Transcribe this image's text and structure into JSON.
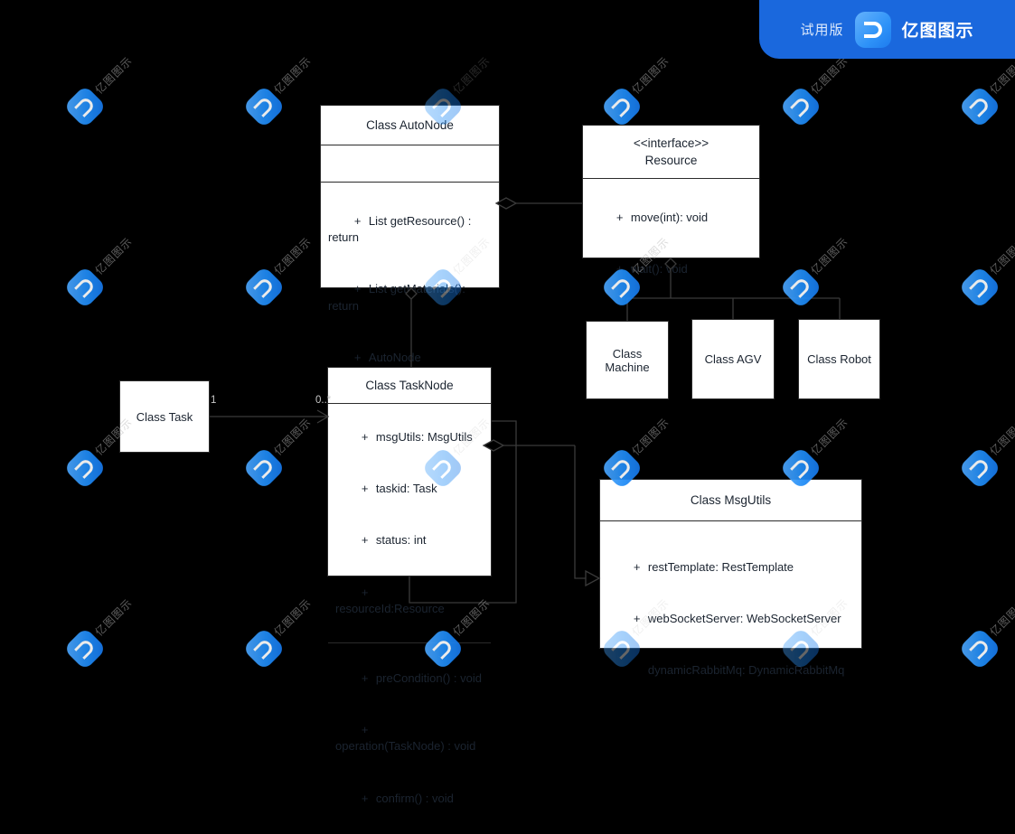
{
  "app": {
    "trial_label": "试用版",
    "brand_label": "亿图图示",
    "logo_icon": "edraw-logo-icon",
    "watermark_text": "亿图图示",
    "background_color": "#000000",
    "badge_color": "#1a68dd"
  },
  "diagram": {
    "type": "uml-class-diagram",
    "classes": [
      {
        "id": "autonode",
        "title": "Class AutoNode",
        "attributes": [],
        "methods": [
          {
            "visibility": "+",
            "text": "List getResource() : return"
          },
          {
            "visibility": "+",
            "text": "List getMaterials(): return"
          },
          {
            "visibility": "+",
            "text": "AutoNode getNext():return"
          }
        ]
      },
      {
        "id": "resource",
        "stereotype": "<<interface>>",
        "title": "Resource",
        "methods": [
          {
            "visibility": "+",
            "text": "move(int): void"
          },
          {
            "visibility": "+",
            "text": "wait(): void"
          }
        ]
      },
      {
        "id": "tasknode",
        "title": "Class TaskNode",
        "attributes": [
          {
            "visibility": "+",
            "text": "msgUtils: MsgUtils"
          },
          {
            "visibility": "+",
            "text": "taskid: Task"
          },
          {
            "visibility": "+",
            "text": "status: int"
          },
          {
            "visibility": "+",
            "text": "resourceId:Resource"
          }
        ],
        "methods": [
          {
            "visibility": "+",
            "text": "preCondition() : void"
          },
          {
            "visibility": "+",
            "text": "operation(TaskNode) : void"
          },
          {
            "visibility": "+",
            "text": "confirm() : void"
          }
        ]
      },
      {
        "id": "msgutils",
        "title": "Class MsgUtils",
        "attributes": [
          {
            "visibility": "+",
            "text": "restTemplate: RestTemplate"
          },
          {
            "visibility": "+",
            "text": "webSocketServer: WebSocketServer"
          },
          {
            "visibility": "",
            "text": "dynamicRabbitMq: DynamicRabbitMq"
          }
        ]
      }
    ],
    "simple_classes": [
      {
        "id": "task",
        "label": "Class Task"
      },
      {
        "id": "machine",
        "label": "Class Machine"
      },
      {
        "id": "agv",
        "label": "Class AGV"
      },
      {
        "id": "robot",
        "label": "Class Robot"
      }
    ],
    "multiplicities": [
      {
        "id": "task-source",
        "label": "1"
      },
      {
        "id": "tasknode-target",
        "label": "0..*"
      }
    ],
    "relationships": [
      {
        "from": "autonode",
        "to": "resource",
        "kind": "aggregation"
      },
      {
        "from": "autonode",
        "to": "tasknode",
        "kind": "aggregation"
      },
      {
        "from": "resource",
        "to": "machine",
        "kind": "aggregation-bus"
      },
      {
        "from": "resource",
        "to": "agv",
        "kind": "aggregation-bus"
      },
      {
        "from": "resource",
        "to": "robot",
        "kind": "aggregation-bus"
      },
      {
        "from": "task",
        "to": "tasknode",
        "kind": "association"
      },
      {
        "from": "tasknode",
        "to": "msgutils",
        "kind": "aggregation-generalization"
      },
      {
        "from": "tasknode",
        "to": "tasknode",
        "kind": "self-loop"
      }
    ]
  }
}
